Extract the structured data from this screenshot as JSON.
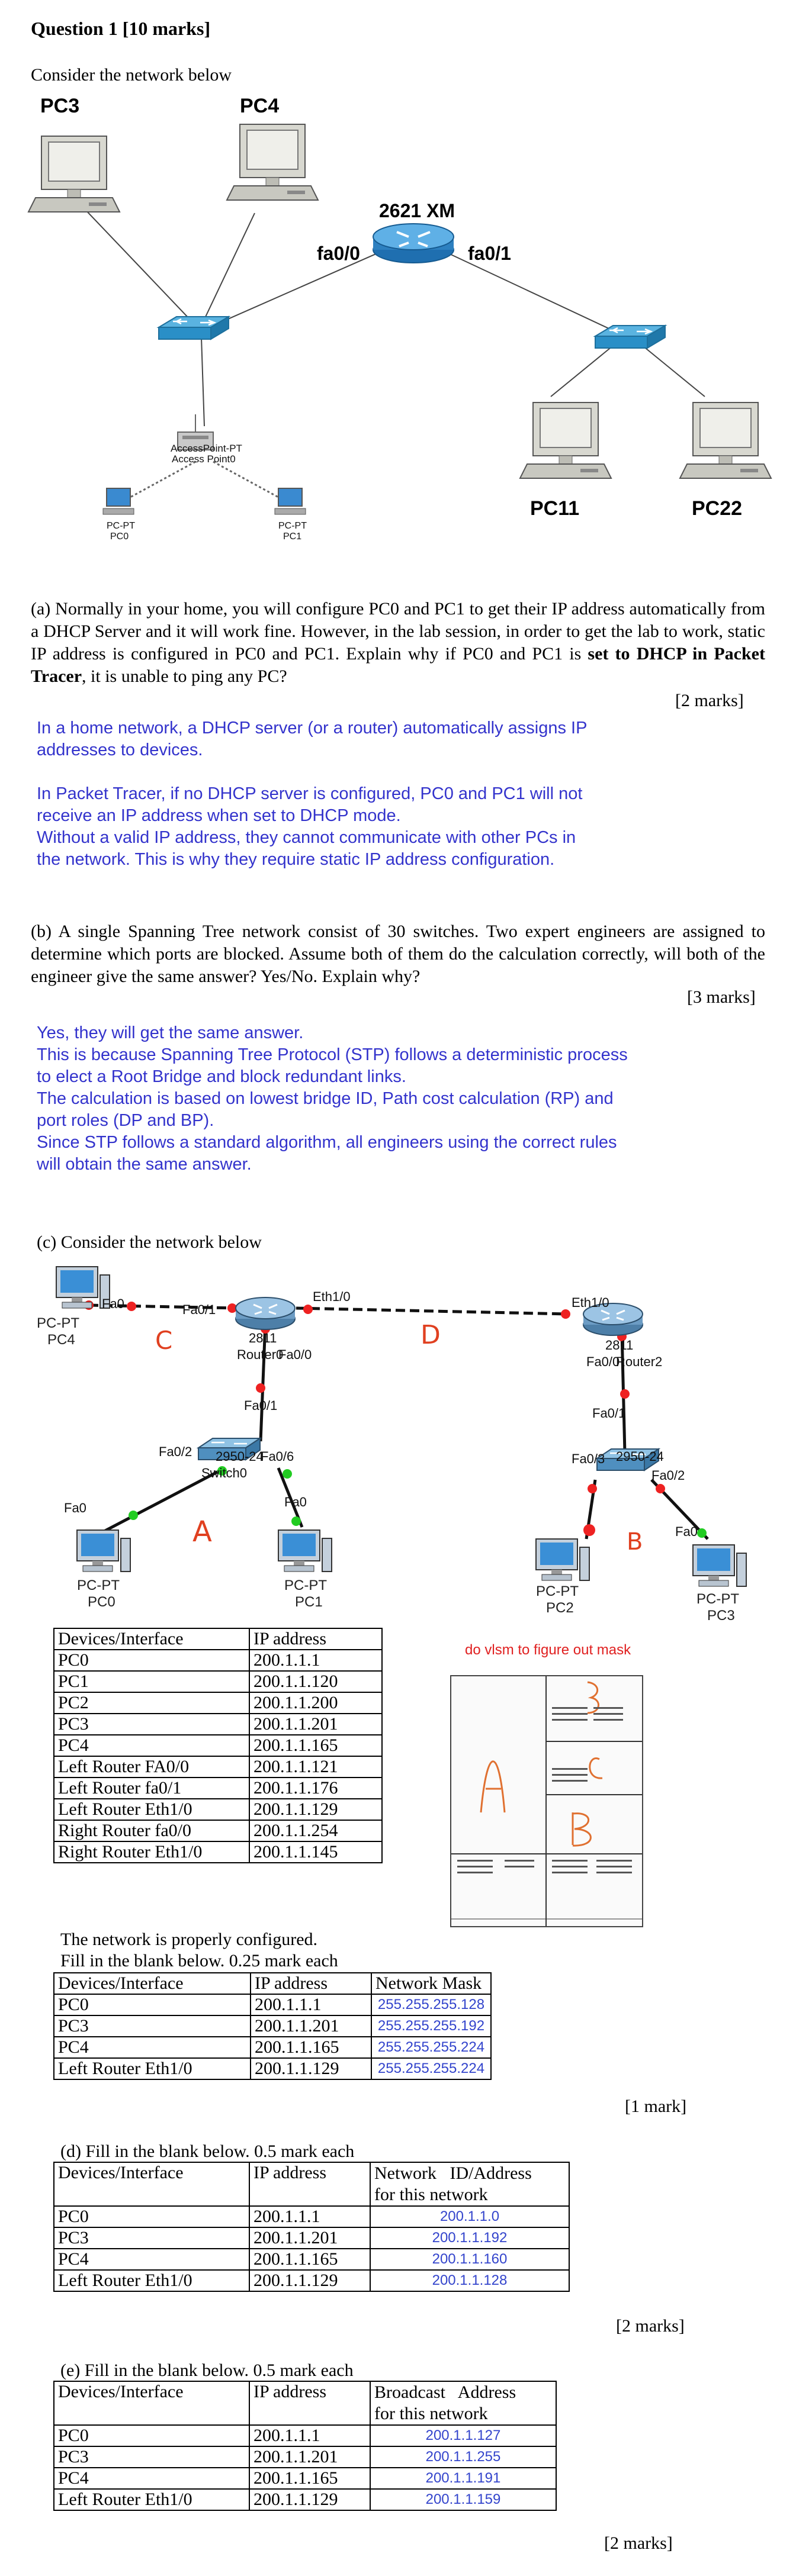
{
  "q1": {
    "title": "Question 1 [10 marks]",
    "intro": "Consider the network below",
    "diagram": {
      "pc3": "PC3",
      "pc4": "PC4",
      "router": "2621 XM",
      "fa00": "fa0/0",
      "fa01": "fa0/1",
      "pc11": "PC11",
      "pc22": "PC22",
      "ap": "AccessPoint-PT",
      "ap_sub": "Access Point0",
      "pc0_type": "PC-PT",
      "pc0": "PC0",
      "pc1_type": "PC-PT",
      "pc1": "PC1"
    }
  },
  "part_a": {
    "question": "(a) Normally in your home, you will configure PC0 and PC1 to get their IP address automatically from a DHCP Server and it will work fine. However, in the lab session, in order to get the lab to work, static IP address is configured in PC0 and PC1. Explain why if PC0 and PC1 is set to DHCP in Packet Tracer, it is unable to ping any PC?",
    "bold_phrase": "set to DHCP in Packet Tracer",
    "marks": "[2 marks]",
    "answer": [
      "In a home network, a DHCP server (or a router) automatically assigns IP",
      "addresses to devices.",
      "",
      "In Packet Tracer, if no DHCP server is configured, PC0 and PC1 will not",
      "receive an IP address when set to DHCP mode.",
      "Without a valid IP address, they cannot communicate with other PCs in",
      "the network. This is why they require static IP address configuration."
    ]
  },
  "part_b": {
    "question": "(b) A single Spanning Tree network consist of 30 switches. Two expert engineers are assigned to determine which ports are blocked.   Assume both of them do the calculation correctly, will both of the engineer give the same answer? Yes/No. Explain why?",
    "marks": "[3 marks]",
    "answer": [
      "Yes, they will get the same answer.",
      "This is because Spanning Tree Protocol (STP) follows a deterministic process",
      "to elect a Root Bridge and block redundant links.",
      "The calculation is based on lowest bridge ID, Path cost calculation (RP) and",
      "port roles (DP and BP).",
      "Since STP follows a standard algorithm, all engineers using the correct rules",
      "will obtain the same answer."
    ]
  },
  "part_c": {
    "intro": "(c) Consider the network below",
    "diagram": {
      "pc4_type": "PC-PT",
      "pc4": "PC4",
      "fa0_pc4": "Fa0",
      "fa01_l": "Fa0/1",
      "left_router": "2811",
      "left_router_name": "Router0",
      "left_fa00": "Fa0/0",
      "eth10_l": "Eth1/0",
      "eth10_r": "Eth1/0",
      "right_router": "2811",
      "right_router_name": "Router2",
      "right_fa00": "Fa0/0",
      "sw0_up": "Fa0/1",
      "sw0_l": "Fa0/2",
      "sw0_r": "Fa0/6",
      "sw0_model": "2950-24",
      "sw0_name": "Switch0",
      "sw1_up": "Fa0/1",
      "sw1_l": "Fa0/3",
      "sw1_r": "Fa0/2",
      "sw1_model": "2950-24",
      "pc0_type": "PC-PT",
      "pc0": "PC0",
      "pc0_fa": "Fa0",
      "pc1_type": "PC-PT",
      "pc1": "PC1",
      "pc1_fa": "Fa0",
      "pc2_type": "PC-PT",
      "pc2": "PC2",
      "pc3_type": "PC-PT",
      "pc3": "PC3",
      "pc3_fa": "Fa0",
      "hand_c": "C",
      "hand_d": "D",
      "hand_a": "A",
      "hand_b": "B"
    },
    "note": "do vlsm to figure out mask",
    "ip_table": {
      "headers": [
        "Devices/Interface",
        "IP address"
      ],
      "rows": [
        [
          "PC0",
          "200.1.1.1"
        ],
        [
          "PC1",
          "200.1.1.120"
        ],
        [
          "PC2",
          "200.1.1.200"
        ],
        [
          "PC3",
          "200.1.1.201"
        ],
        [
          "PC4",
          "200.1.1.165"
        ],
        [
          "Left Router FA0/0",
          "200.1.1.121"
        ],
        [
          "Left Router fa0/1",
          "200.1.1.176"
        ],
        [
          "Left Router Eth1/0",
          "200.1.1.129"
        ],
        [
          "Right Router fa0/0",
          "200.1.1.254"
        ],
        [
          "Right Router Eth1/0",
          "200.1.1.145"
        ]
      ]
    },
    "text1": "The network is properly configured.",
    "text2": "Fill in the blank below. 0.25 mark each",
    "mask_table": {
      "headers": [
        "Devices/Interface",
        "IP address",
        "Network Mask"
      ],
      "rows": [
        [
          "PC0",
          "200.1.1.1",
          "255.255.255.128"
        ],
        [
          "PC3",
          "200.1.1.201",
          "255.255.255.192"
        ],
        [
          "PC4",
          "200.1.1.165",
          "255.255.255.224"
        ],
        [
          "Left Router Eth1/0",
          "200.1.1.129",
          "255.255.255.224"
        ]
      ]
    },
    "marks": "[1 mark]"
  },
  "part_d": {
    "intro": "(d) Fill in the blank below. 0.5 mark each",
    "headers": [
      "Devices/Interface",
      "IP address",
      "Network   ID/Address",
      "for this network"
    ],
    "rows": [
      [
        "PC0",
        "200.1.1.1",
        "200.1.1.0"
      ],
      [
        "PC3",
        "200.1.1.201",
        "200.1.1.192"
      ],
      [
        "PC4",
        "200.1.1.165",
        "200.1.1.160"
      ],
      [
        "Left Router Eth1/0",
        "200.1.1.129",
        "200.1.1.128"
      ]
    ],
    "marks": "[2 marks]"
  },
  "part_e": {
    "intro": "(e) Fill in the blank below. 0.5 mark each",
    "headers": [
      "Devices/Interface",
      "IP address",
      "Broadcast   Address",
      "for this network"
    ],
    "rows": [
      [
        "PC0",
        "200.1.1.1",
        "200.1.1.127"
      ],
      [
        "PC3",
        "200.1.1.201",
        "200.1.1.255"
      ],
      [
        "PC4",
        "200.1.1.165",
        "200.1.1.191"
      ],
      [
        "Left Router Eth1/0",
        "200.1.1.129",
        "200.1.1.159"
      ]
    ],
    "marks": "[2 marks]"
  },
  "colors": {
    "answer": "#3333cc",
    "switch": "#2a8fc7",
    "router": "#3a86c4",
    "link_up": "#22cc22",
    "link_down": "#ee2222"
  },
  "icons": [
    "pc-icon",
    "switch-icon",
    "router-icon",
    "access-point-icon",
    "laptop-icon"
  ]
}
